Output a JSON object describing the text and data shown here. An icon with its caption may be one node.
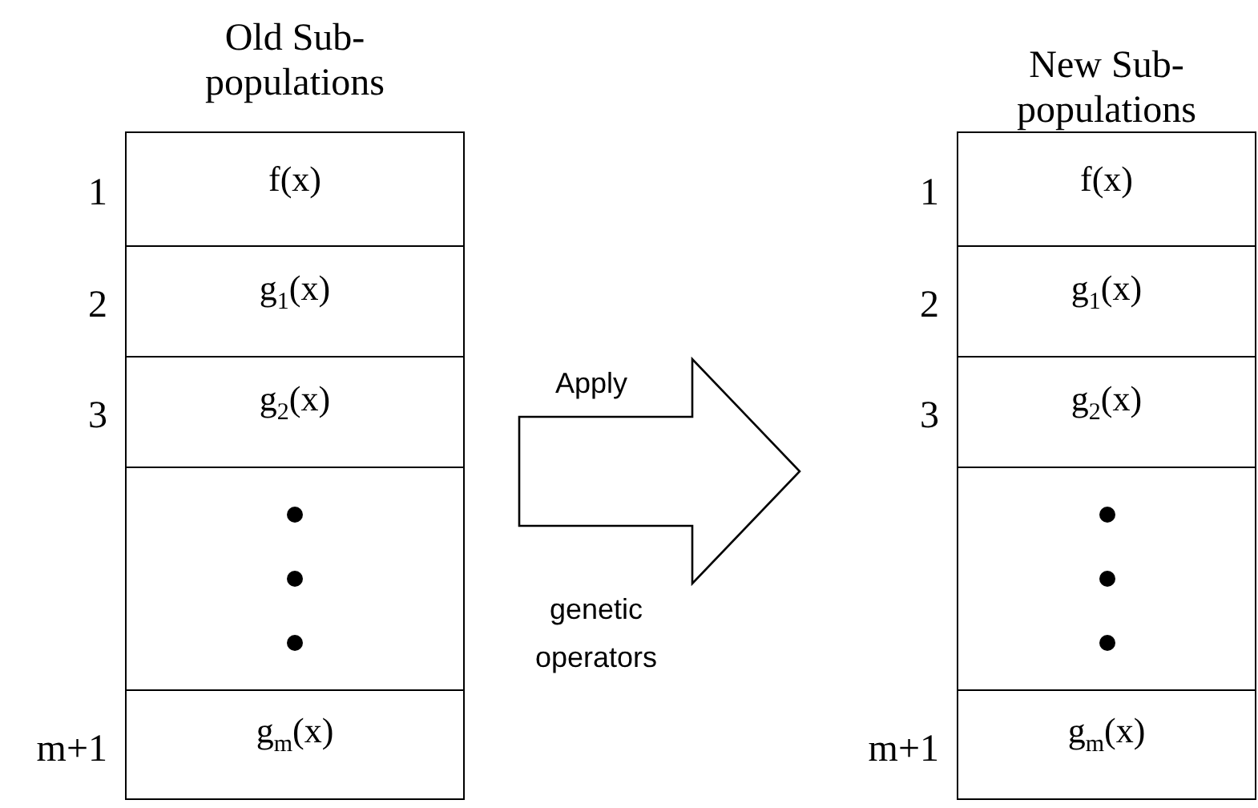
{
  "diagram": {
    "nodes": [
      {
        "text": [
          "Old Sub-populations"
        ]
      },
      {
        "text": [
          "f(x)"
        ],
        "in": 0,
        "beside": [
          "1"
        ]
      },
      {
        "text": [
          "g$_{1}$(x)"
        ],
        "in": 0,
        "beside": [
          "2"
        ]
      },
      {
        "text": [
          "g$_{2}$(x)"
        ],
        "in": 0,
        "beside": [
          "3"
        ]
      },
      {
        "text": [],
        "shape": "box",
        "in": 0
      },
      {
        "text": [
          "g$_{m}$(x)"
        ],
        "in": 0,
        "beside": [
          "m+1"
        ]
      },
      {
        "text": [
          "New Sub-populations"
        ]
      },
      {
        "text": [
          "f(x)"
        ],
        "in": 6,
        "beside": [
          "1"
        ]
      },
      {
        "text": [
          "g$_{1}$(x)"
        ],
        "in": 6,
        "beside": [
          "2"
        ]
      },
      {
        "text": [
          "g$_{2}$(x)"
        ],
        "in": 6,
        "beside": [
          "3"
        ]
      },
      {
        "text": [],
        "shape": "box",
        "in": 6
      },
      {
        "text": [
          "g$_{m}$(x)"
        ],
        "in": 6,
        "beside": [
          "m+1"
        ]
      }
    ],
    "edges": [
      {
        "from": 0,
        "to": 6,
        "arrow": "to",
        "style": "thick"
      }
    ],
    "labels": [
      "Apply",
      "genetic operators"
    ]
  }
}
